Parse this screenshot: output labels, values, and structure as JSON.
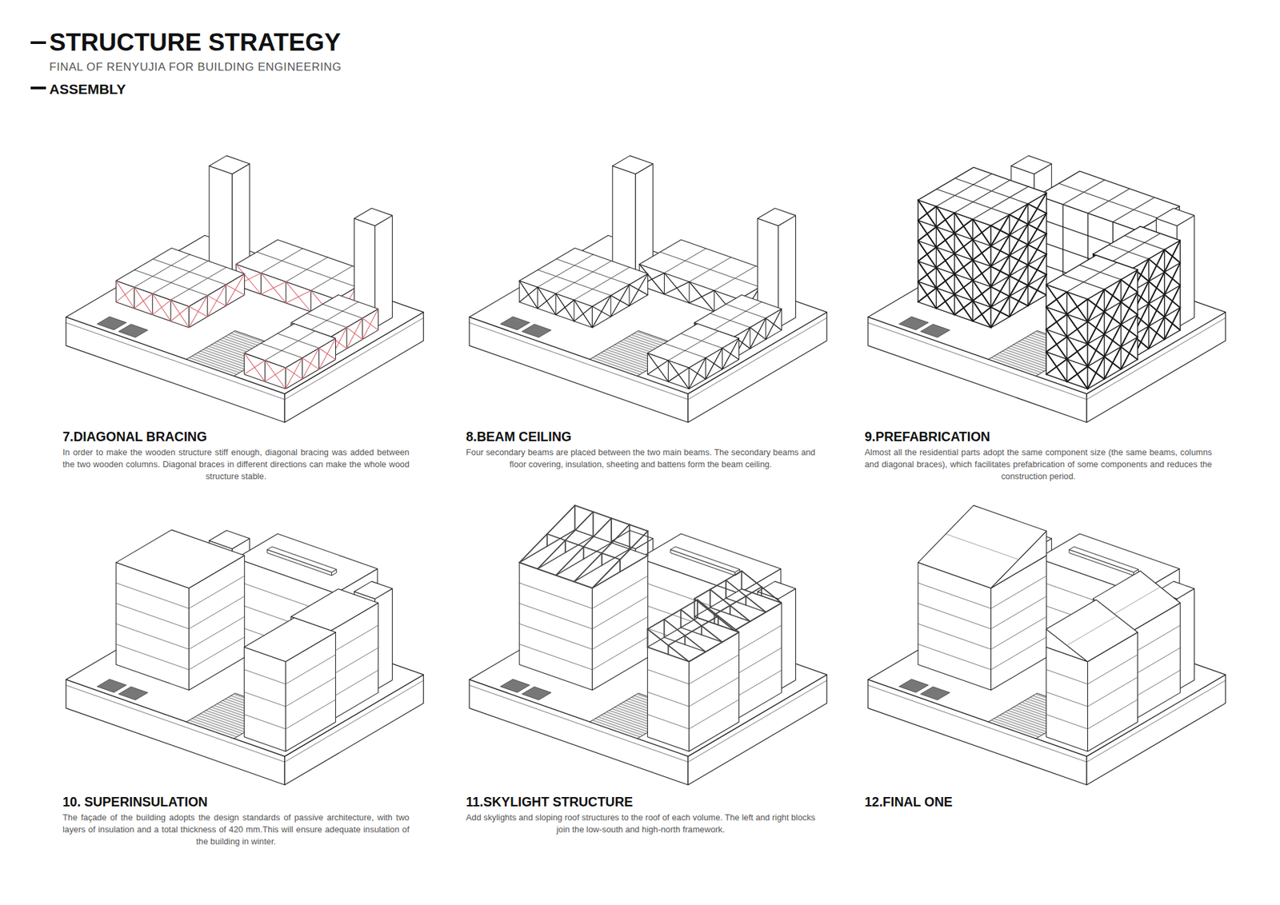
{
  "diagram": {
    "title": "STRUCTURE STRATEGY",
    "labels": [
      "FINAL OF RENYUJIA FOR BUILDING ENGINEERING",
      "ASSEMBLY",
      "7.DIAGONAL BRACING",
      "In order to make the wooden structure stiff enough, diagonal bracing was added between the two wooden columns. Diagonal braces in different directions can make the whole wood structure stable.",
      "8.BEAM CEILING",
      "Four secondary beams are placed between the two main beams. The secondary beams and floor covering, insulation, sheeting and battens form the beam ceiling.",
      "9.PREFABRICATION",
      "Almost all the residential parts adopt the same component size (the same beams, columns and diagonal braces), which facilitates prefabrication of some components and reduces the construction period.",
      "10. SUPERINSULATION",
      "The façade of the building adopts the design standards of passive architecture, with two layers of insulation and a total thickness of 420 mm.This will ensure adequate insulation of the building in winter.",
      "11.SKYLIGHT STRUCTURE",
      "Add skylights and sloping roof structures to the roof of each volume. The left and right blocks join the low-south and high-north framework.",
      "12.FINAL ONE"
    ]
  }
}
